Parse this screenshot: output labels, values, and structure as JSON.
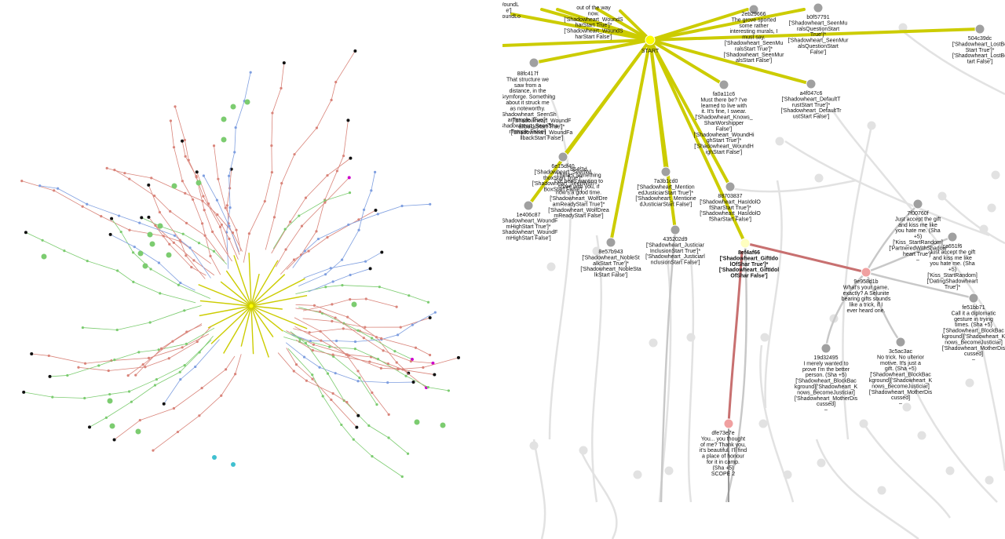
{
  "colors": {
    "start": "#cccc00",
    "start_node": "#ffff00",
    "red_edge": "#d9847a",
    "green_edge": "#7ccc70",
    "blue_edge": "#7f9fe0",
    "magenta": "#cc00cc",
    "cyan": "#40c0d0",
    "highlight_path": "#c87070",
    "gray_node": "#a0a0a0",
    "faded": "#e2e2e2"
  },
  "overview": {
    "description_nodes": "dialog graph overview"
  },
  "detail": {
    "start_label": "START",
    "nodes": [
      {
        "id": "n_start",
        "lines": [
          "START"
        ]
      },
      {
        "id": "n_top_left",
        "lines": [
          "out of the way",
          "now.",
          "['Shadowheart_WoundS",
          "harStart True']*",
          "['Shadowheart_WoundS",
          "harStart False']"
        ]
      },
      {
        "id": "n_wound_lo",
        "lines": [
          "WoundL",
          "e']",
          "WoundLo"
        ]
      },
      {
        "id": "n_2eb",
        "lines": [
          "2eb29666",
          "The grove sported",
          "some rather",
          "interesting murals, I",
          "must say.",
          "['Shadowheart_SeenMu",
          "ralsStart True']*",
          "['Shadowheart_SeenMur",
          "alsStart False']"
        ]
      },
      {
        "id": "n_b0f",
        "lines": [
          "b0f57791",
          "['Shadowheart_SeenMu",
          "ralsQuestionStart",
          "True']*",
          "['Shadowheart_SeenMur",
          "alsQuestionStart",
          "False']"
        ]
      },
      {
        "id": "n_504",
        "lines": [
          "504c39dc",
          "['Shadowheart_LostBo",
          "Start True']*",
          "['Shadowheart_LostBo",
          "tart False']"
        ]
      },
      {
        "id": "n_88f",
        "lines": [
          "88fc417f",
          "That structure we",
          "saw from a",
          "distance, in the",
          "Grymforge. Something",
          "about it struck me",
          "as noteworthy.",
          "['Shadowheart_SeenSh",
          "arTemple True']*",
          "['Shadowheart_SeenSha",
          "rTemple False']"
        ]
      },
      {
        "id": "n_fa0",
        "lines": [
          "fa0a11c6",
          "Must there be? I've",
          "learned to live with",
          "it. It's fine, I swear.",
          "['Shadowheart_Knows_",
          "SharWorshipper",
          "False']",
          "['Shadowheart_WoundHi",
          "ghStart True']*",
          "['Shadowheart_WoundH",
          "ighStart False']"
        ]
      },
      {
        "id": "n_a4f",
        "lines": [
          "a4f047c6",
          "['Shadowheart_DefaultT",
          "rustStart True']*",
          "['Shadowheart_DefaultTr",
          "ustStart False']"
        ]
      },
      {
        "id": "n_woundf",
        "lines": [
          "['Shadowheart_WoundF",
          "allbackStart True']*",
          "['Shadowheart_WoundFa",
          "llbackStart False']"
        ]
      },
      {
        "id": "n_6e1",
        "lines": [
          "6e15df40",
          "['Shadowheart_SeenWi",
          "thoxStart True']*",
          "['Shadowheart_SeenWith",
          "BoxStart False']"
        ]
      },
      {
        "id": "n_1e4",
        "lines": [
          "1e406c87",
          "['Shadowheart_WoundF",
          "mHighStart True']*",
          "['Shadowheart_WoundF",
          "mHighStart False']"
        ]
      },
      {
        "id": "n_b64",
        "lines": [
          "b64f3d",
          "There's something",
          "I've been wanting to",
          "share with you, if",
          "now's a good time.",
          "['Shadowheart_WolfDre",
          "amReadyStart True']*",
          "['Shadowheart_WolfDrea",
          "mReadyStart False']"
        ]
      },
      {
        "id": "n_7a3",
        "lines": [
          "7a3b1cd0",
          "['Shadowheart_Mention",
          "edJusticiarStart True']*",
          "['Shadowheart_Mentione",
          "dJusticiarStart False']"
        ]
      },
      {
        "id": "n_887",
        "lines": [
          "88703837",
          "['Shadowheart_HasIdolO",
          "fSharStart True']*",
          "['Shadowheart_HasIdolO",
          "fSharStart False']"
        ]
      },
      {
        "id": "n_435",
        "lines": [
          "435202d9",
          "['Shadowheart_Justiciar",
          "InclusionStart True']*",
          "['Shadowheart_Justiciarl",
          "nclusionStart False']"
        ]
      },
      {
        "id": "n_8e5",
        "lines": [
          "8e57b943",
          "['Shadowheart_NobleSt",
          "alkStart True']*",
          "['Shadowheart_NobleSta",
          "lkStart False']"
        ]
      },
      {
        "id": "n_8ef",
        "lines": [
          "8ef4af66",
          "['Shadowheart_GiftIdo",
          "lOfShar True']*",
          "['Shadowheart_GiftIdol",
          "OfShar False']"
        ]
      },
      {
        "id": "n_7f0",
        "lines": [
          "7f00760f",
          "Just accept the gift",
          "and kiss me like",
          "you hate me. (Sha",
          "+5)",
          "['Kiss_StartRandom]",
          "['PartneredWithShadow",
          "heart True']*",
          "–"
        ]
      },
      {
        "id": "n_ca6",
        "lines": [
          "ca651f6",
          "Just accept the gift",
          "and kiss me like",
          "you hate me. (Sha",
          "+5)",
          "['Kiss_StartRandom]",
          "['DatingShadowheart",
          "True']*"
        ]
      },
      {
        "id": "n_9e9",
        "lines": [
          "9e958d1b",
          "What's your game,",
          "exactly? A Selunite",
          "bearing gifts sounds",
          "like a trick, if I",
          "ever heard one."
        ]
      },
      {
        "id": "n_fe5",
        "lines": [
          "fe51bb71",
          "Call it a diplomatic",
          "gesture in trying",
          "times. (Sha +5)",
          "['Shadowheart_BlockBac",
          "kground]['Shadowheart_K",
          "nows_BecomeJusticiar]",
          "['Shadowheart_MotherDis",
          "cussed]",
          "–"
        ]
      },
      {
        "id": "n_19d",
        "lines": [
          "19d32495",
          "I merely wanted to",
          "prove I'm the better",
          "person. (Sha +5)",
          "['Shadowheart_BlockBac",
          "kground]['Shadowheart_K",
          "nows_BecomeJusticiar]",
          "['Shadowheart_MotherDis",
          "cussed]",
          "–"
        ]
      },
      {
        "id": "n_3c5",
        "lines": [
          "3c5ac3ac",
          "No trick. No ulterior",
          "motive. It's just a",
          "gift. (Sha +5)",
          "['Shadowheart_BlockBac",
          "kground]['Shadowheart_K",
          "nows_BecomeJusticiar]",
          "['Shadowheart_MotherDis",
          "cussed]",
          "–"
        ]
      },
      {
        "id": "n_dfe",
        "lines": [
          "dfe73e7e",
          "You... you thought",
          "of me? Thank you,",
          "it's beautiful. I'll find",
          "a place of honour",
          "for it in camp.",
          "(Sha +5)",
          "SCOPE 2"
        ]
      }
    ]
  }
}
